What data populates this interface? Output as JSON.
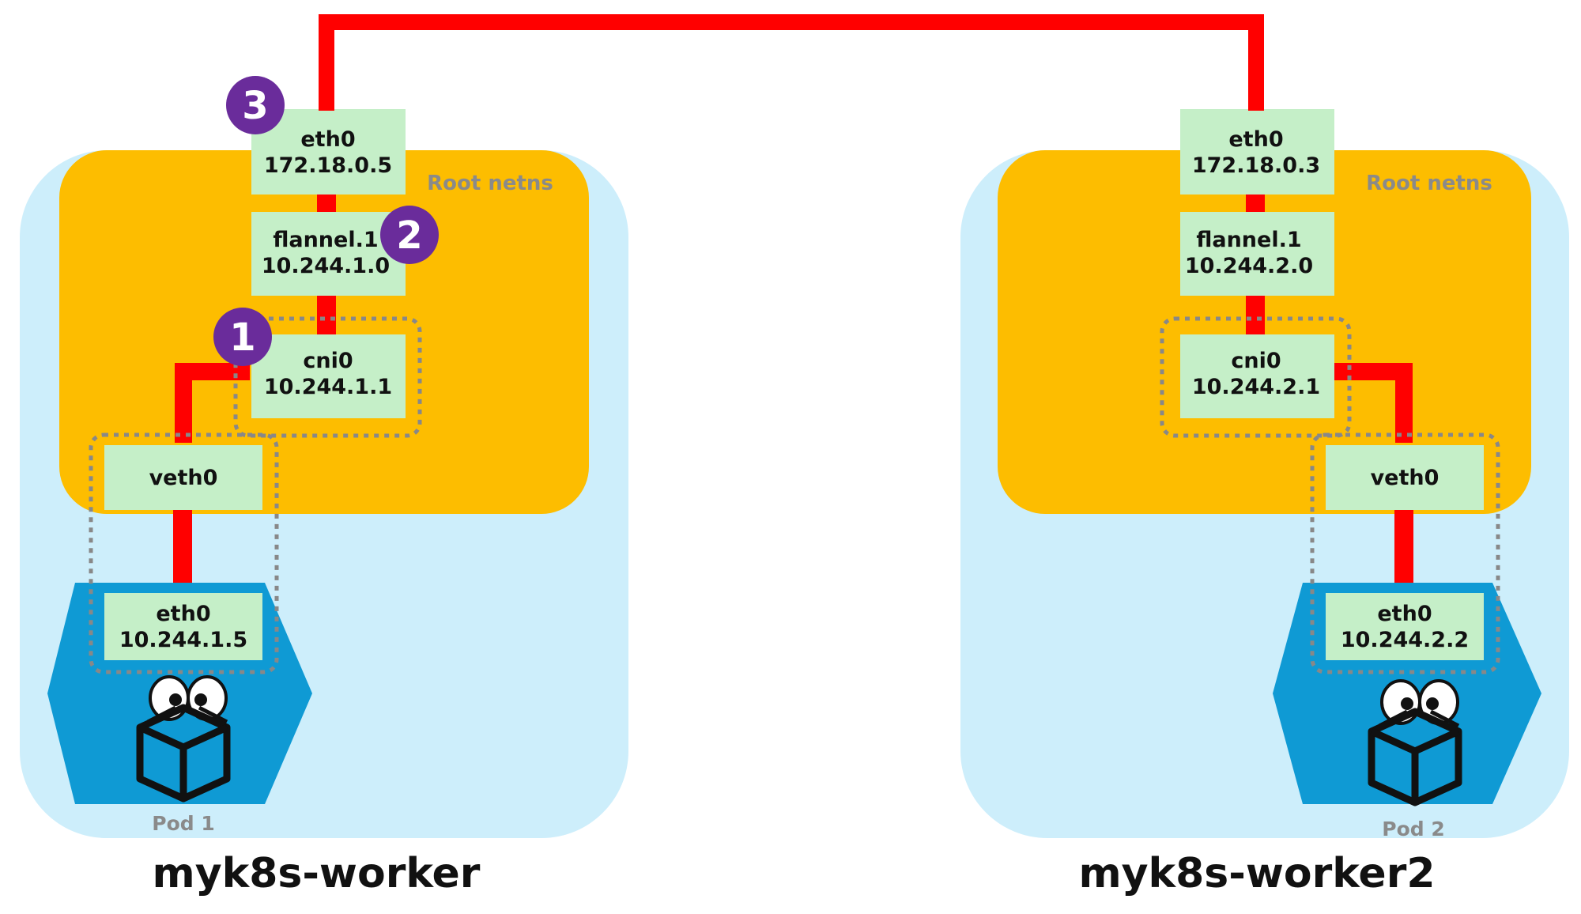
{
  "colors": {
    "node_bg": "#cdeefb",
    "root_netns_bg": "#fdbd00",
    "iface_bg": "#c5efc8",
    "pod_bg": "#0f9ad4",
    "link": "#ff0000",
    "step_badge": "#6a2c9b",
    "dotted_outline": "#888888"
  },
  "nodes": [
    {
      "name": "myk8s-worker",
      "netns_label": "Root netns",
      "eth0": {
        "name": "eth0",
        "ip": "172.18.0.5"
      },
      "flannel": {
        "name": "flannel.1",
        "ip": "10.244.1.0"
      },
      "cni": {
        "name": "cni0",
        "ip": "10.244.1.1"
      },
      "veth": {
        "name": "veth0"
      },
      "pod": {
        "label": "Pod 1",
        "eth0": {
          "name": "eth0",
          "ip": "10.244.1.5"
        },
        "icon": "kubernetes-pod-cube-icon"
      }
    },
    {
      "name": "myk8s-worker2",
      "netns_label": "Root netns",
      "eth0": {
        "name": "eth0",
        "ip": "172.18.0.3"
      },
      "flannel": {
        "name": "flannel.1",
        "ip": "10.244.2.0"
      },
      "cni": {
        "name": "cni0",
        "ip": "10.244.2.1"
      },
      "veth": {
        "name": "veth0"
      },
      "pod": {
        "label": "Pod 2",
        "eth0": {
          "name": "eth0",
          "ip": "10.244.2.2"
        },
        "icon": "kubernetes-pod-cube-icon"
      }
    }
  ],
  "steps": [
    "1",
    "2",
    "3"
  ]
}
